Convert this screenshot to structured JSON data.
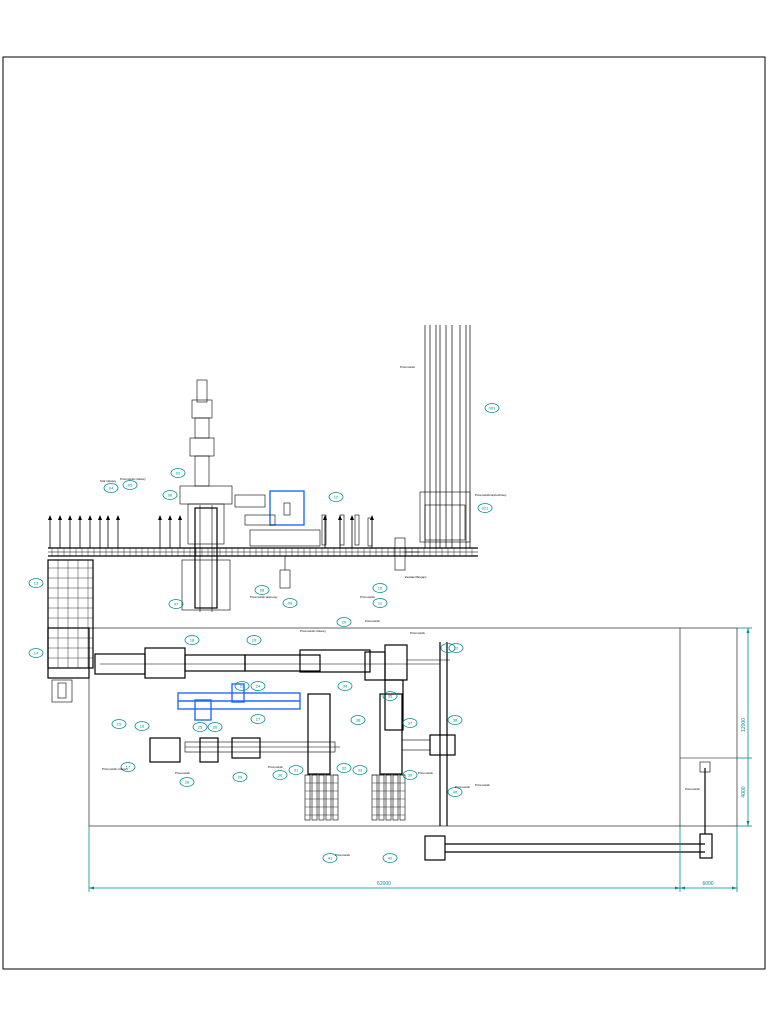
{
  "drawing": {
    "dimensions": {
      "width_main": "62000",
      "width_right": "6000",
      "height_total": "12000",
      "height_lower": "4000"
    },
    "bubbles": [
      {
        "id": "b-upper-1",
        "text": "001"
      },
      {
        "id": "b-upper-2",
        "text": "021"
      },
      {
        "id": "b-upper-3",
        "text": "02"
      },
      {
        "id": "b-upper-4",
        "text": "04"
      },
      {
        "id": "b-upper-5",
        "text": "05"
      },
      {
        "id": "b-upper-6",
        "text": "06"
      },
      {
        "id": "b-upper-7",
        "text": "07"
      },
      {
        "id": "b-upper-8",
        "text": "08"
      },
      {
        "id": "b-upper-9",
        "text": "09"
      },
      {
        "id": "b-upper-10",
        "text": "10"
      },
      {
        "id": "b-upper-11",
        "text": "11"
      },
      {
        "id": "b-upper-12",
        "text": "12"
      },
      {
        "id": "b-upper-13",
        "text": "13"
      },
      {
        "id": "b-upper-14",
        "text": "14"
      },
      {
        "id": "b-lower-1",
        "text": "15"
      },
      {
        "id": "b-lower-2",
        "text": "16"
      },
      {
        "id": "b-lower-3",
        "text": "17"
      },
      {
        "id": "b-lower-4",
        "text": "18"
      },
      {
        "id": "b-lower-5",
        "text": "19"
      },
      {
        "id": "b-lower-6",
        "text": "20"
      },
      {
        "id": "b-lower-7",
        "text": "21"
      },
      {
        "id": "b-lower-8",
        "text": "22"
      },
      {
        "id": "b-lower-9",
        "text": "23"
      },
      {
        "id": "b-lower-10",
        "text": "24"
      },
      {
        "id": "b-lower-11",
        "text": "25"
      },
      {
        "id": "b-lower-12",
        "text": "26"
      },
      {
        "id": "b-lower-13",
        "text": "27"
      },
      {
        "id": "b-lower-14",
        "text": "28"
      },
      {
        "id": "b-lower-15",
        "text": "29"
      },
      {
        "id": "b-lower-16",
        "text": "30"
      },
      {
        "id": "b-lower-17",
        "text": "31"
      },
      {
        "id": "b-lower-18",
        "text": "32"
      },
      {
        "id": "b-lower-19",
        "text": "33"
      },
      {
        "id": "b-lower-20",
        "text": "34"
      },
      {
        "id": "b-lower-21",
        "text": "35"
      },
      {
        "id": "b-lower-22",
        "text": "36"
      },
      {
        "id": "b-lower-23",
        "text": "37"
      },
      {
        "id": "b-lower-24",
        "text": "38"
      },
      {
        "id": "b-lower-25",
        "text": "39"
      },
      {
        "id": "b-lower-26",
        "text": "40"
      },
      {
        "id": "b-lower-27",
        "text": "41"
      },
      {
        "id": "b-lower-28",
        "text": "42"
      }
    ],
    "labels": {
      "l1": "Przenośnik",
      "l2": "Przenośnik rolkowy",
      "l3": "Stół rolkowy",
      "l4": "Przenośnik taśmowy",
      "l5": "Przenośnik łańcuchowy",
      "l6": "Przenośnik",
      "l7": "Przenośnik rolkowy",
      "l8": "Zestaw filtrujący",
      "l9": "Przenośnik",
      "l10": "Przenośnik",
      "l11": "Przenośnik rolkowy",
      "l12": "Przenośnik",
      "l13": "Przenośnik",
      "l14": "Przenośnik",
      "l15": "Przenośnik",
      "l16": "Przenośnik",
      "l17": "Przenośnik",
      "l18": "Przenośnik"
    }
  }
}
